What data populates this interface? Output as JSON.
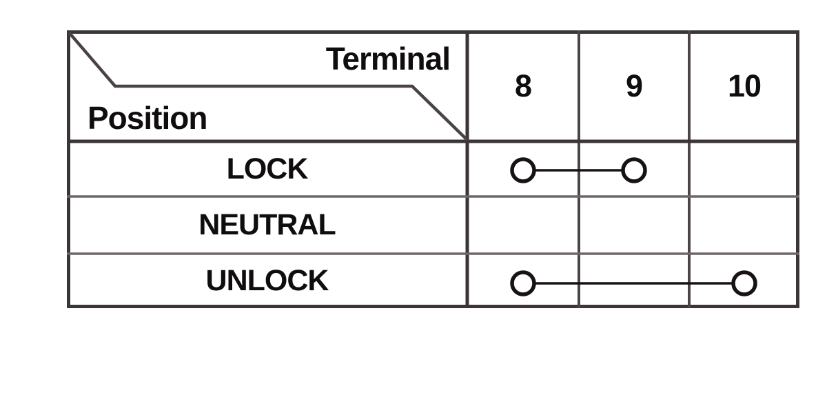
{
  "figure": {
    "type": "table",
    "description": "Switch position vs terminal continuity table",
    "header": {
      "terminal_label": "Terminal",
      "position_label": "Position"
    },
    "terminals": [
      "8",
      "9",
      "10"
    ],
    "rows": [
      {
        "position": "LOCK",
        "connected_terminals": [
          "8",
          "9"
        ]
      },
      {
        "position": "NEUTRAL",
        "connected_terminals": []
      },
      {
        "position": "UNLOCK",
        "connected_terminals": [
          "8",
          "10"
        ]
      }
    ],
    "symbols": {
      "continuity_marker": "circle",
      "continuity_link": "line"
    },
    "colors": {
      "grid_dark": "#3b3536",
      "grid_mid": "#4a4445",
      "grid_light": "#6e6768",
      "step_line": "#4a4243",
      "text": "#100d0e",
      "connector": "#171213",
      "background": "#ffffff"
    }
  }
}
